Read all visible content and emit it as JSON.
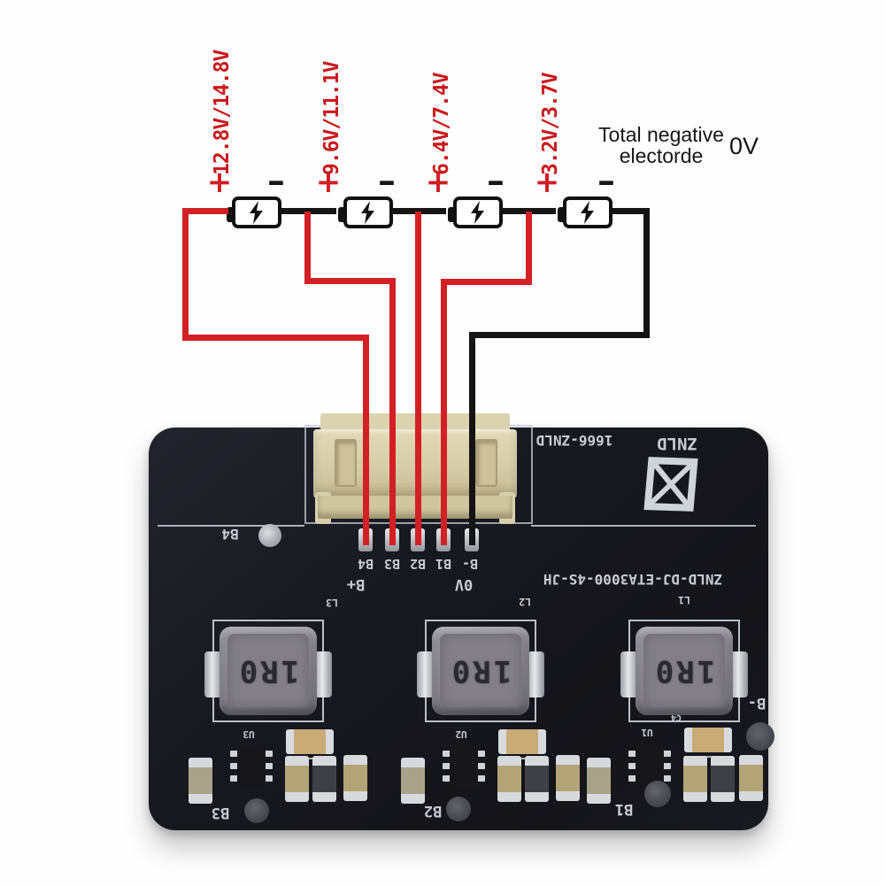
{
  "colors": {
    "wire_red": "#d32025",
    "wire_black": "#141414",
    "label_red": "#c9191d",
    "pcb": "#181920",
    "silkscreen": "#c7ccd4",
    "connector_tan": "#d9d0ad"
  },
  "schematic": {
    "cell_voltages": [
      {
        "label": "12.8V/14.8V"
      },
      {
        "label": "9.6V/11.1V"
      },
      {
        "label": "6.4V/7.4V"
      },
      {
        "label": "3.2V/3.7V"
      }
    ],
    "terminal_plus": "+",
    "terminal_minus": "-",
    "total_negative_line1": "Total negative",
    "total_negative_line2": "electorde",
    "total_negative_voltage": "0V",
    "battery_count": "4"
  },
  "board": {
    "serial": "1666-ZNLD",
    "brand": "ZNLD",
    "model": "ZNLD-DJ-ETA3000-4S-JH",
    "pad_labels": [
      "B4",
      "B3",
      "B2",
      "B1",
      "B-"
    ],
    "label_b4": "B4",
    "label_b_plus": "B+",
    "label_0v": "0V",
    "label_b_minus": "B-",
    "label_c4": "C4",
    "inductors": [
      {
        "ref": "L3",
        "marking": "1R0",
        "ic": "U3",
        "edge_label": "B3"
      },
      {
        "ref": "L2",
        "marking": "1R0",
        "ic": "U2",
        "edge_label": "B2"
      },
      {
        "ref": "L1",
        "marking": "1R0",
        "ic": "U1",
        "edge_label": "B1"
      }
    ]
  }
}
